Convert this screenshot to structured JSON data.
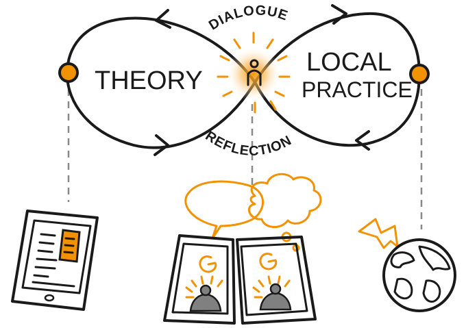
{
  "labels": {
    "theory": "THEORY",
    "local": "LOCAL",
    "practice": "PRACTICE",
    "dialogue": "DIALOGUE",
    "reflection": "REFLECTION"
  },
  "colors": {
    "accent": "#f39200",
    "ink": "#1a1a1a",
    "dash": "#888888",
    "gray_figure": "#808080"
  },
  "icons": [
    "person-icon",
    "tablet-icon",
    "speech-bubble-icon",
    "thought-cloud-icon",
    "phone-icon",
    "globe-icon",
    "lightning-icon"
  ]
}
